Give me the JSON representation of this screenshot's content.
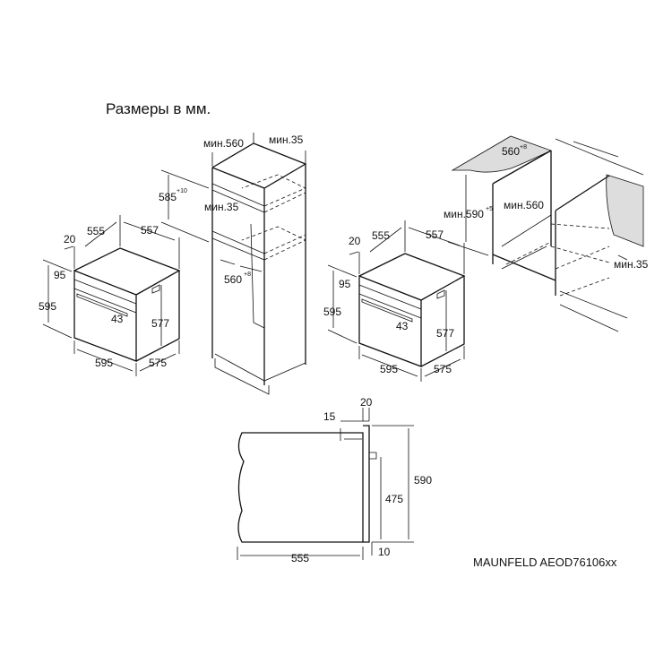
{
  "title": "Размеры в мм.",
  "model": "MAUNFELD AEOD76106xx",
  "oven_left": {
    "depth_front": "20",
    "depth_body": "555",
    "width_top": "557",
    "panel_height": "95",
    "height": "595",
    "handle": "43",
    "body_height": "577",
    "width": "595",
    "depth": "575"
  },
  "tall_cabinet": {
    "min_width": "мин.560",
    "min_vent": "мин.35",
    "niche_height": "585",
    "niche_height_tol": "+10",
    "min_gap": "мин.35",
    "niche_width": "560",
    "niche_width_tol": "+8"
  },
  "oven_right": {
    "depth_front": "20",
    "depth_body": "555",
    "width_top": "557",
    "panel_height": "95",
    "height": "595",
    "handle": "43",
    "body_height": "577",
    "width": "595",
    "depth": "575"
  },
  "under_counter": {
    "niche_width": "560",
    "niche_width_tol": "+8",
    "min_height": "мин.590",
    "min_height_tol": "+5",
    "min_depth": "мин.560",
    "min_vent": "мин.35"
  },
  "side_view": {
    "door": "20",
    "top_gap": "15",
    "height": "590",
    "inner_height": "475",
    "depth": "555",
    "bottom": "10"
  }
}
